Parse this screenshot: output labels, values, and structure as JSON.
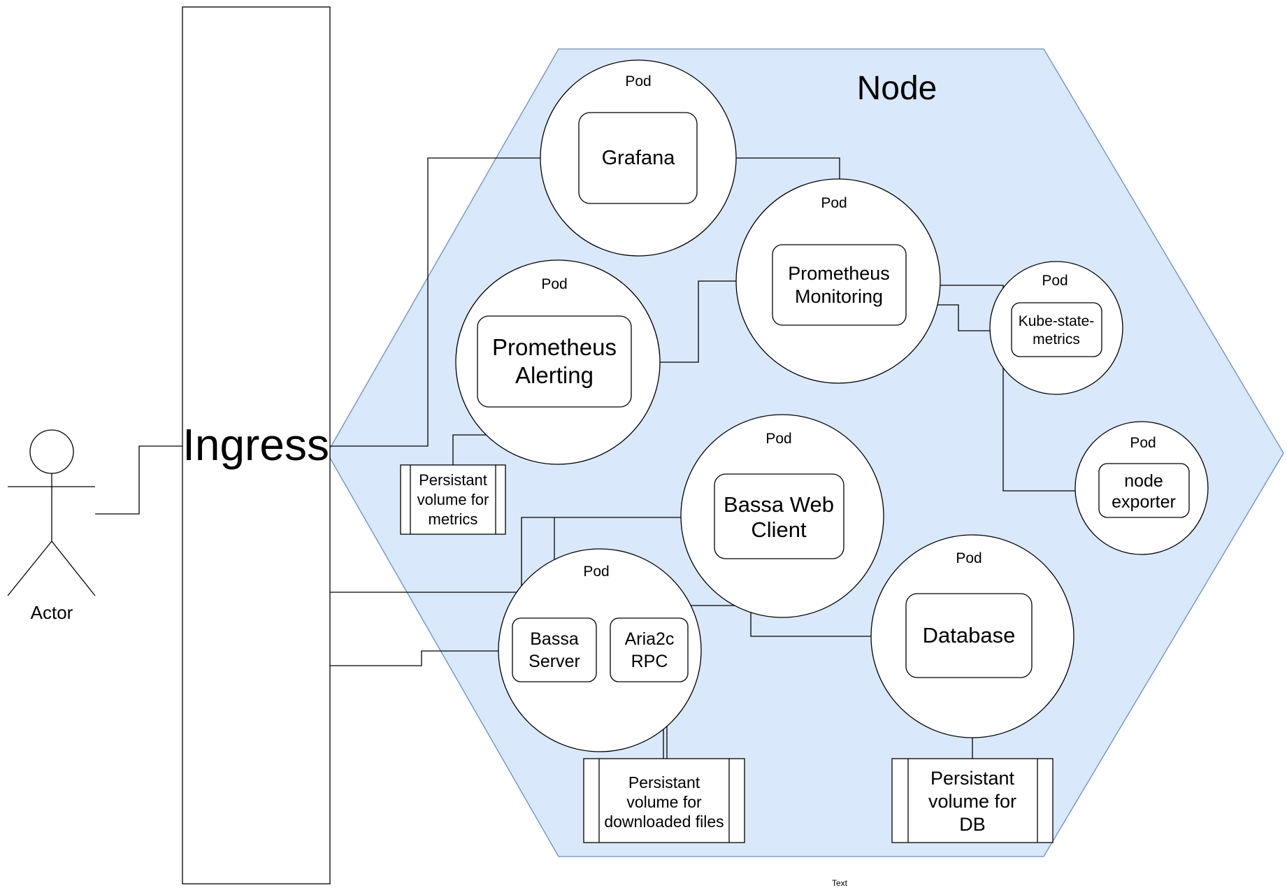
{
  "colors": {
    "node_fill": "#dae8fc",
    "node_stroke": "#6c8ebf"
  },
  "actor": {
    "label": "Actor"
  },
  "ingress": {
    "label": "Ingress"
  },
  "node": {
    "label": "Node"
  },
  "pods": {
    "grafana": {
      "pod_label": "Pod",
      "label": [
        "Grafana"
      ]
    },
    "prometheus_monitoring": {
      "pod_label": "Pod",
      "label": [
        "Prometheus",
        "Monitoring"
      ]
    },
    "prometheus_alerting": {
      "pod_label": "Pod",
      "label": [
        "Prometheus",
        "Alerting"
      ]
    },
    "kube_state_metrics": {
      "pod_label": "Pod",
      "label": [
        "Kube-state-",
        "metrics"
      ]
    },
    "node_exporter": {
      "pod_label": "Pod",
      "label": [
        "node",
        "exporter"
      ]
    },
    "bassa_web_client": {
      "pod_label": "Pod",
      "label": [
        "Bassa Web",
        "Client"
      ]
    },
    "bassa_server_pod": {
      "pod_label": "Pod",
      "label": [
        "Bassa",
        "Server"
      ],
      "label2": [
        "Aria2c",
        "RPC"
      ]
    },
    "database": {
      "pod_label": "Pod",
      "label": [
        "Database"
      ]
    }
  },
  "volumes": {
    "metrics": {
      "label": [
        "Persistant",
        "volume for",
        "metrics"
      ]
    },
    "downloads": {
      "label": [
        "Persistant",
        "volume for",
        "downloaded files"
      ]
    },
    "db": {
      "label": [
        "Persistant",
        "volume for",
        "DB"
      ]
    }
  },
  "footer_text": "Text"
}
